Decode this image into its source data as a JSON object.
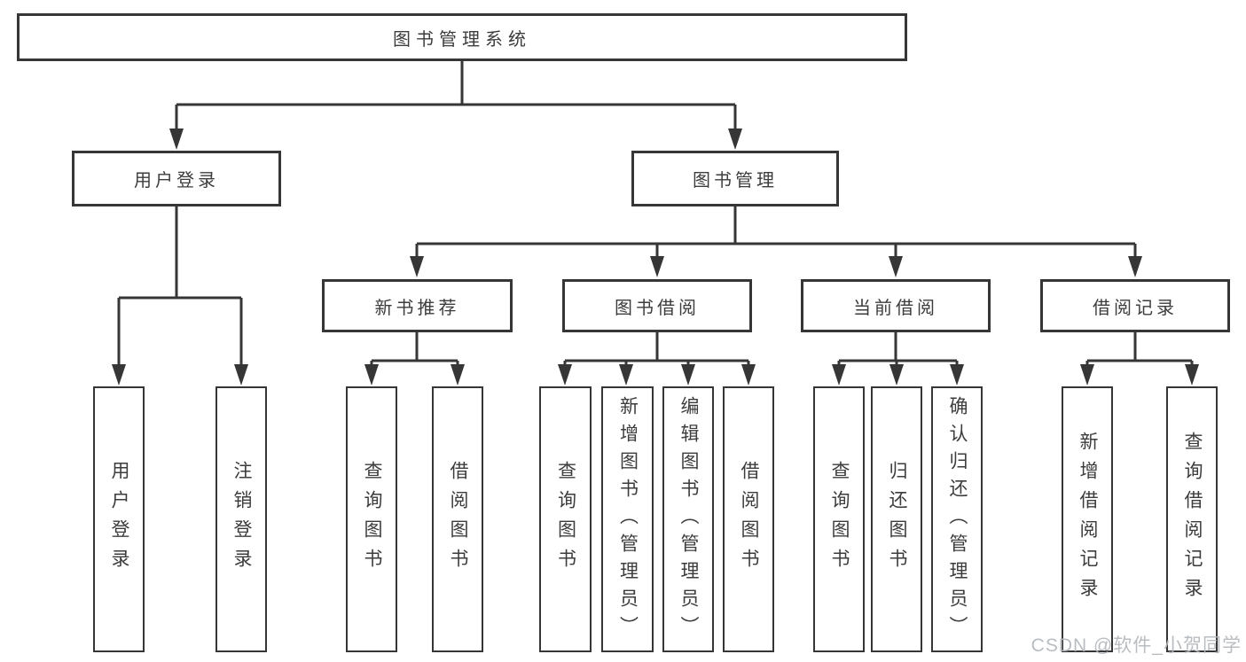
{
  "diagram_title": "图书管理系统",
  "nodes": {
    "root": "图书管理系统",
    "user_login": "用户登录",
    "book_mgmt": "图书管理",
    "login": "用户登录",
    "logout": "注销登录",
    "new_book_rec": "新书推荐",
    "book_borrow": "图书借阅",
    "current_borrow": "当前借阅",
    "borrow_records": "借阅记录",
    "nb_query": "查询图书",
    "nb_borrow": "借阅图书",
    "bb_query": "查询图书",
    "bb_add": "新增图书（管理员）",
    "bb_edit": "编辑图书（管理员）",
    "bb_borrow": "借阅图书",
    "cb_query": "查询图书",
    "cb_return": "归还图书",
    "cb_confirm": "确认归还（管理员）",
    "br_add": "新增借阅记录",
    "br_query": "查询借阅记录"
  },
  "hierarchy": {
    "图书管理系统": {
      "用户登录": [
        "用户登录",
        "注销登录"
      ],
      "图书管理": {
        "新书推荐": [
          "查询图书",
          "借阅图书"
        ],
        "图书借阅": [
          "查询图书",
          "新增图书（管理员）",
          "编辑图书（管理员）",
          "借阅图书"
        ],
        "当前借阅": [
          "查询图书",
          "归还图书",
          "确认归还（管理员）"
        ],
        "借阅记录": [
          "新增借阅记录",
          "查询借阅记录"
        ]
      }
    }
  },
  "watermark": "CSDN @软件_小贺同学",
  "colors": {
    "background": "#ffffff",
    "line": "#363636",
    "box_border": "#363636",
    "text": "#3c3c3c",
    "watermark": "#b3b8bd"
  }
}
